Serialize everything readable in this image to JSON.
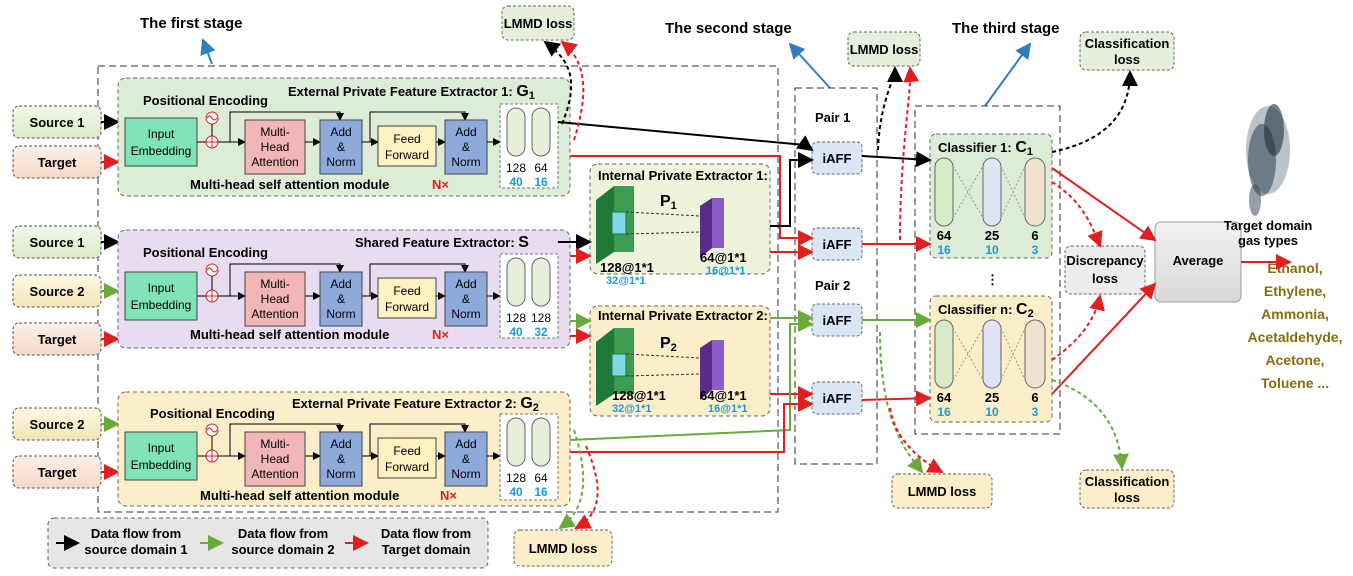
{
  "stages": {
    "first": "The first stage",
    "second": "The second stage",
    "third": "The third stage"
  },
  "inputs": {
    "source1_a": "Source  1",
    "target_a": "Target",
    "source1_b": "Source  1",
    "source2_b": "Source  2",
    "target_b": "Target",
    "source2_c": "Source  2",
    "target_c": "Target"
  },
  "extractors": {
    "g1_title": "External Private Feature Extractor 1: ",
    "g1_symbol": "G",
    "g1_sub": "1",
    "s_title": "Shared Feature Extractor: ",
    "s_symbol": "S",
    "g2_title": "External Private Feature Extractor 2: ",
    "g2_symbol": "G",
    "g2_sub": "2",
    "positional_encoding": "Positional Encoding",
    "input_embedding_1": "Input",
    "input_embedding_2": "Embedding",
    "mha_1": "Multi-",
    "mha_2": "Head",
    "mha_3": "Attention",
    "addnorm_1": "Add",
    "addnorm_2": "&",
    "addnorm_3": "Norm",
    "ff_1": "Feed",
    "ff_2": "Forward",
    "module_label": "Multi-head self attention module",
    "nx": "N×",
    "g1_dims": [
      "128",
      "64"
    ],
    "g1_dims_blue": [
      "40",
      "16"
    ],
    "s_dims": [
      "128",
      "128"
    ],
    "s_dims_blue": [
      "40",
      "32"
    ],
    "g2_dims": [
      "128",
      "64"
    ],
    "g2_dims_blue": [
      "40",
      "16"
    ]
  },
  "internal": {
    "p1_title": "Internal Private Extractor 1:",
    "p1_symbol": "P",
    "p1_sub": "1",
    "p2_title": "Internal Private Extractor 2:",
    "p2_symbol": "P",
    "p2_sub": "2",
    "in_dim": "128@1*1",
    "in_dim_blue": "32@1*1",
    "out_dim": "64@1*1",
    "out_dim_blue": "16@1*1"
  },
  "fusion": {
    "pair1": "Pair 1",
    "pair2": "Pair 2",
    "iaff": "iAFF"
  },
  "classifiers": {
    "c1_title": "Classifier 1: ",
    "c1_symbol": "C",
    "c1_sub": "1",
    "cn_title": "Classifier n: ",
    "cn_symbol": "C",
    "cn_sub": "2",
    "dims": [
      "64",
      "25",
      "6"
    ],
    "dims_blue": [
      "16",
      "10",
      "3"
    ],
    "ellipsis": "⋮"
  },
  "losses": {
    "lmmd": "LMMD loss",
    "classification_1": "Classification",
    "classification_2": "loss",
    "discrepancy_1": "Discrepancy",
    "discrepancy_2": "loss",
    "average": "Average"
  },
  "output": {
    "title_1": "Target domain",
    "title_2": "gas types",
    "gases": [
      "Ethanol,",
      "Ethylene,",
      "Ammonia,",
      "Acetaldehyde,",
      "Acetone,",
      "Toluene ..."
    ]
  },
  "legend": {
    "black_1": "Data flow from",
    "black_2": "source domain 1",
    "green_1": "Data flow from",
    "green_2": "source domain 2",
    "red_1": "Data flow from",
    "red_2": "Target domain"
  },
  "colors": {
    "black_flow": "#000000",
    "green_flow": "#6aaa3a",
    "red_flow": "#e02020",
    "stage_arrow": "#2e7fc2"
  }
}
